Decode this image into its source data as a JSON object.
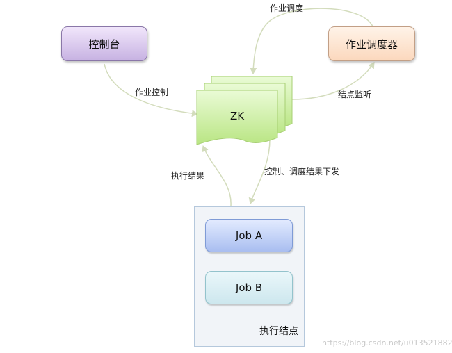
{
  "nodes": {
    "console": "控制台",
    "scheduler": "作业调度器",
    "zk": "ZK",
    "worker_node": "执行结点",
    "job_a": "Job A",
    "job_b": "Job B"
  },
  "edges": {
    "job_control": "作业控制",
    "job_scheduling": "作业调度",
    "node_monitor": "结点监听",
    "exec_result": "执行结果",
    "control_dispatch": "控制、调度结果下发"
  },
  "watermark": "https://blog.csdn.net/u013521882",
  "colors": {
    "console_fill": "#c7b2e2",
    "scheduler_fill": "#fbd8bd",
    "zk_fill": "#c8ef9a",
    "job_a_fill": "#a9bef0",
    "job_b_fill": "#cde7ee",
    "arrow": "#d3dcbc"
  }
}
